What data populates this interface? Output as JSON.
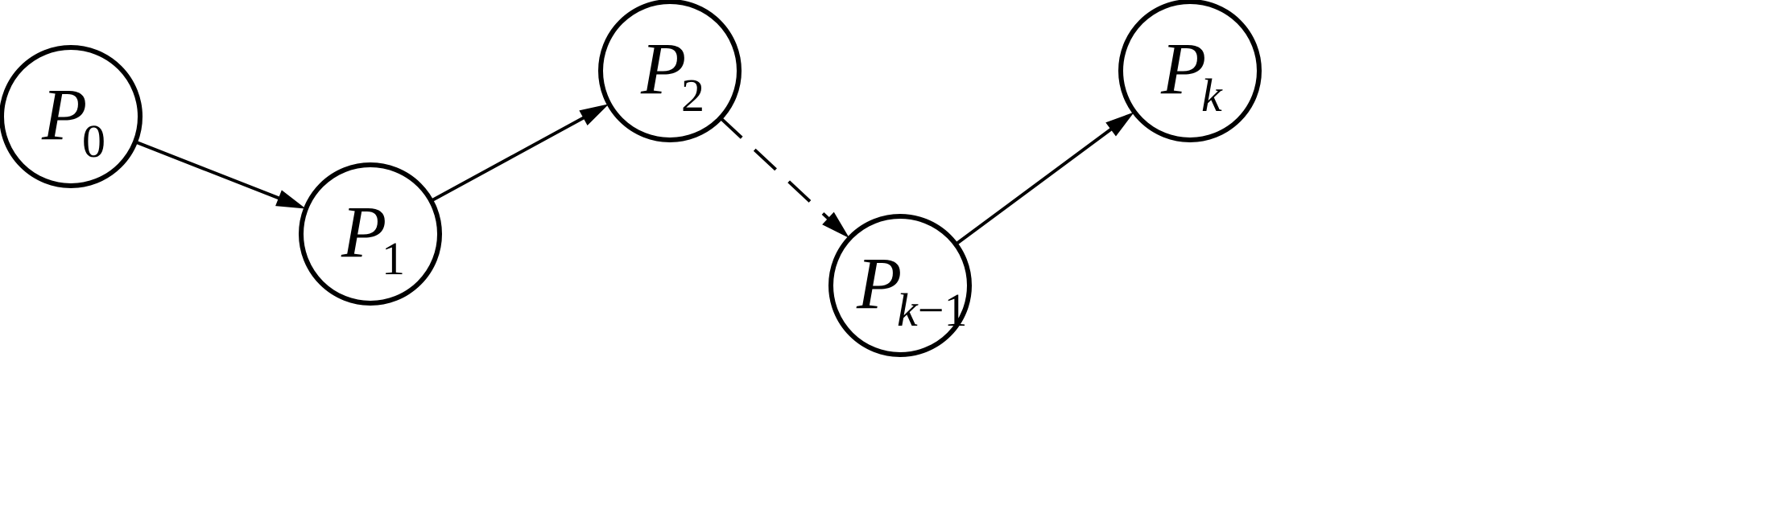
{
  "nodes": [
    {
      "id": "p0",
      "main": "P",
      "sub": "0",
      "sub_italic": false
    },
    {
      "id": "p1",
      "main": "P",
      "sub": "1",
      "sub_italic": false
    },
    {
      "id": "p2",
      "main": "P",
      "sub": "2",
      "sub_italic": false
    },
    {
      "id": "pk1",
      "main": "P",
      "sub": "k−1",
      "sub_italic": false
    },
    {
      "id": "pk",
      "main": "P",
      "sub": "k",
      "sub_italic": true
    }
  ],
  "edges": [
    {
      "from": "p0",
      "to": "p1",
      "style": "solid"
    },
    {
      "from": "p1",
      "to": "p2",
      "style": "solid"
    },
    {
      "from": "p2",
      "to": "pk1",
      "style": "dashed"
    },
    {
      "from": "pk1",
      "to": "pk",
      "style": "solid"
    }
  ],
  "colors": {
    "stroke": "#000000",
    "background": "#ffffff"
  }
}
